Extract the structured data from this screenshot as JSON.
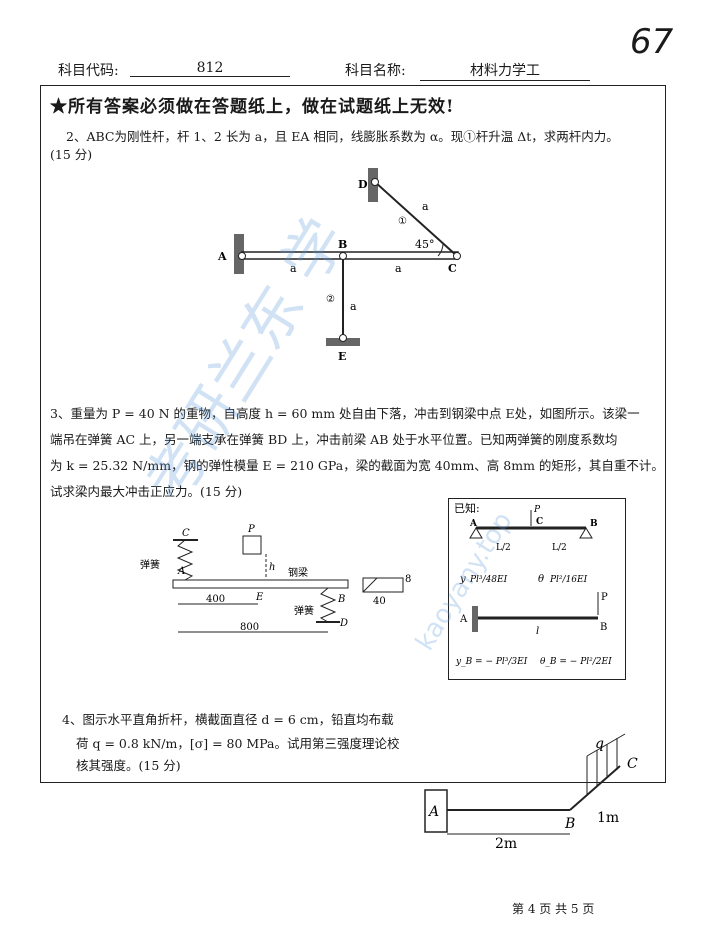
{
  "header": {
    "code_label": "科目代码:",
    "code_value": "812",
    "name_label": "科目名称:",
    "name_value": "材料力学工",
    "handwritten_number": "67"
  },
  "notice": "★所有答案必须做在答题纸上，做在试题纸上无效!",
  "q2": {
    "line1": "2、ABC为刚性杆，杆 1、2 长为 a，且 EA 相同，线膨胀系数为 α。现①杆升温 Δt，求两杆内力。",
    "line2": "(15 分)",
    "fig": {
      "D": "D",
      "A": "A",
      "B": "B",
      "C": "C",
      "E": "E",
      "a1": "a",
      "a2": "a",
      "a3": "a",
      "a4": "a",
      "rod1": "①",
      "rod2": "②",
      "angle": "45°"
    }
  },
  "q3": {
    "line1": "3、重量为 P = 40 N 的重物，自高度 h = 60 mm 处自由下落，冲击到钢梁中点 E处，如图所示。该梁一",
    "line2": "端吊在弹簧 AC 上，另一端支承在弹簧 BD 上，冲击前梁 AB 处于水平位置。已知两弹簧的刚度系数均",
    "line3": "为 k = 25.32 N/mm，钢的弹性模量 E = 210 GPa，梁的截面为宽 40mm、高 8mm 的矩形，其自重不计。",
    "line4": "试求梁内最大冲击正应力。(15 分)",
    "fig": {
      "C": "C",
      "P": "P",
      "h": "h",
      "spring_label": "弹簧",
      "beam_label": "钢梁",
      "A": "A",
      "E": "E",
      "B": "B",
      "D": "D",
      "dim400": "400",
      "dim800": "800",
      "dim40": "40",
      "dim8": "8",
      "spring_label2": "弹簧"
    },
    "known": {
      "title": "已知:",
      "P": "P",
      "C": "C",
      "A": "A",
      "B": "B",
      "L2a": "L/2",
      "L2b": "L/2",
      "y": "y",
      "eq1": "Pl³/48EI",
      "theta": "θ",
      "eq2": "Pl²/16EI",
      "P2": "P",
      "A2": "A",
      "B2": "B",
      "l": "l",
      "eq3": "y_B = − Pl³/3EI",
      "eq4": "θ_B = − Pl²/2EI"
    }
  },
  "q4": {
    "line1": "4、图示水平直角折杆，横截面直径 d = 6 cm，铅直均布载",
    "line2": "荷 q = 0.8 kN/m，[σ] = 80 MPa。试用第三强度理论校",
    "line3": "核其强度。(15 分)",
    "fig": {
      "q": "q",
      "C": "C",
      "A": "A",
      "B": "B",
      "len_ab": "2m",
      "len_bc": "1m"
    }
  },
  "footer": "第 4 页 共 5 页",
  "watermark": {
    "cn": "考研兰东 学",
    "url": "kaoyany.top"
  }
}
